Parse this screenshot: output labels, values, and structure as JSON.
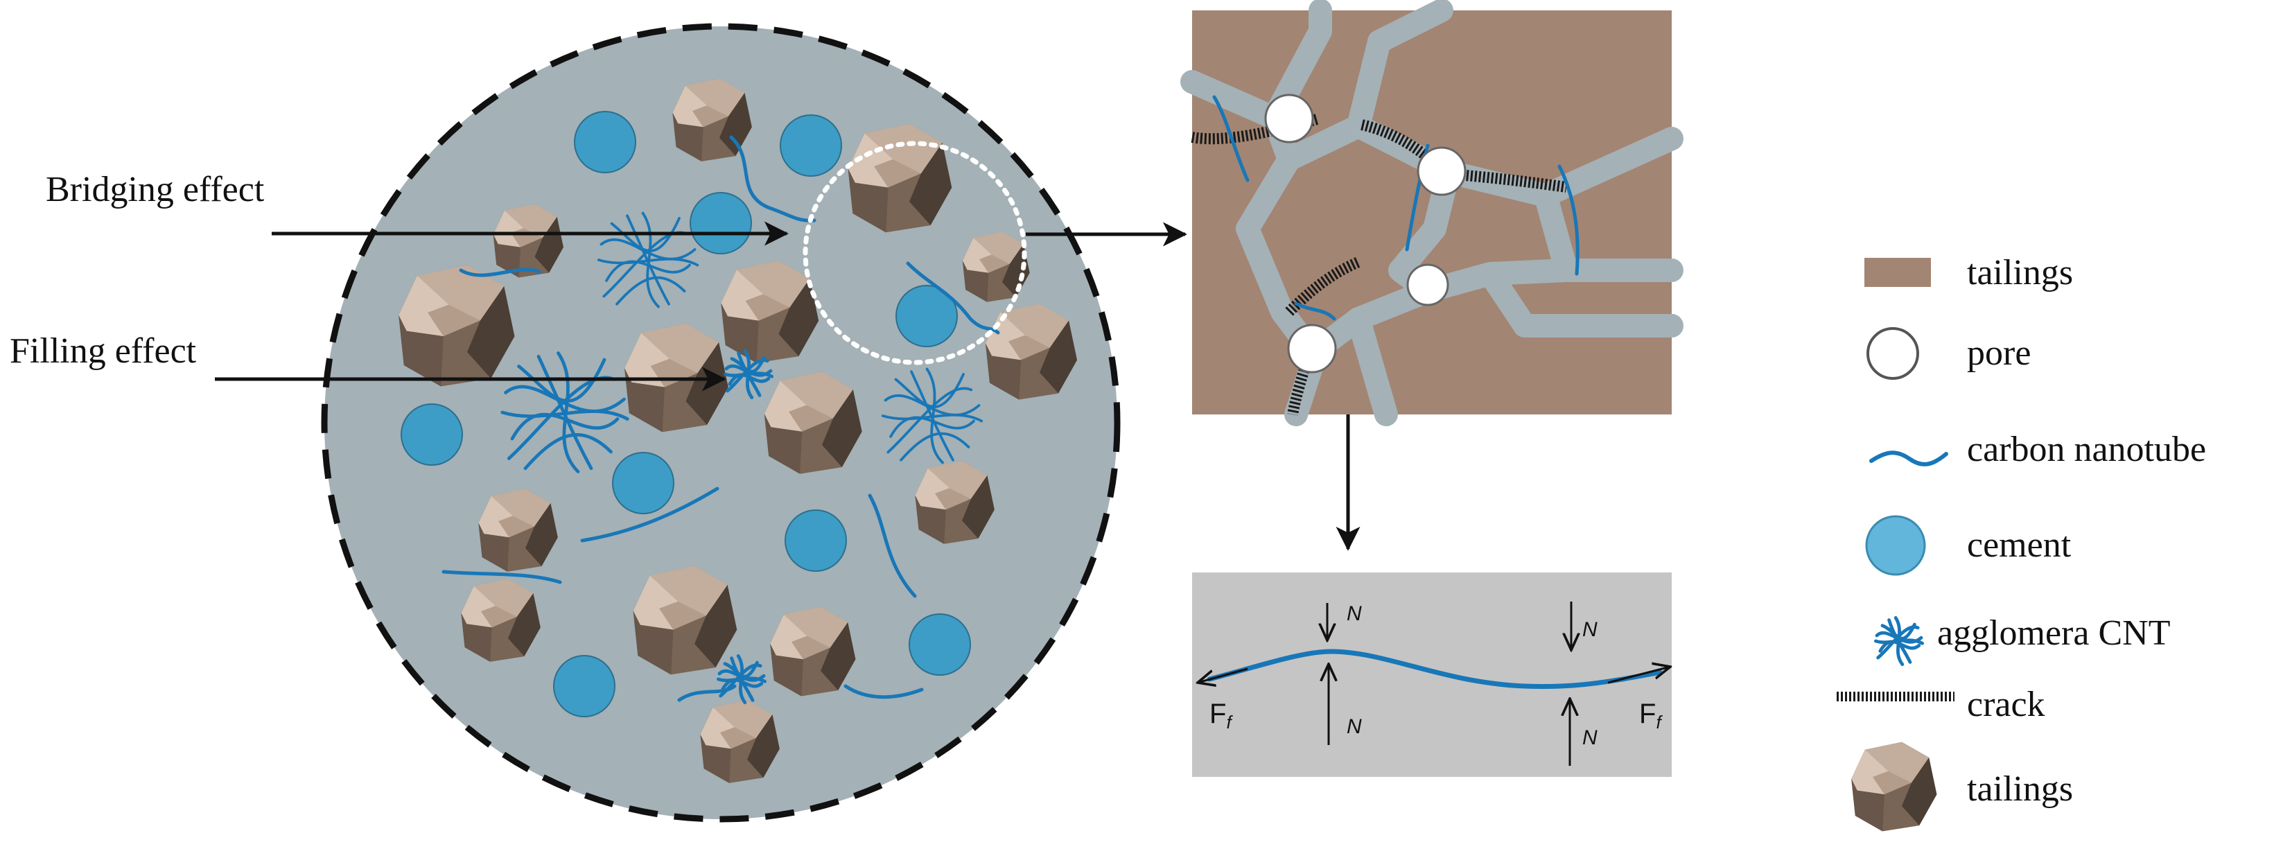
{
  "annotations": {
    "bridging": "Bridging effect",
    "filling": "Filling effect"
  },
  "force_labels": {
    "normal": "N",
    "friction": "F",
    "friction_sub": "f"
  },
  "legend": [
    {
      "label": "tailings"
    },
    {
      "label": "pore"
    },
    {
      "label": "carbon nanotube"
    },
    {
      "label": "cement"
    },
    {
      "label": "agglomera CNT"
    },
    {
      "label": "crack"
    },
    {
      "label": "tailings"
    }
  ],
  "colors": {
    "matrix": "#a4b1b6",
    "cement": "#3d9dc6",
    "cnt": "#1877b8",
    "tailings": "#a38573",
    "rock_light": "#cdb8a7",
    "rock_dark": "#5c4e44",
    "crack": "#1a1a1a",
    "fiber_panel": "#c5c5c5"
  }
}
